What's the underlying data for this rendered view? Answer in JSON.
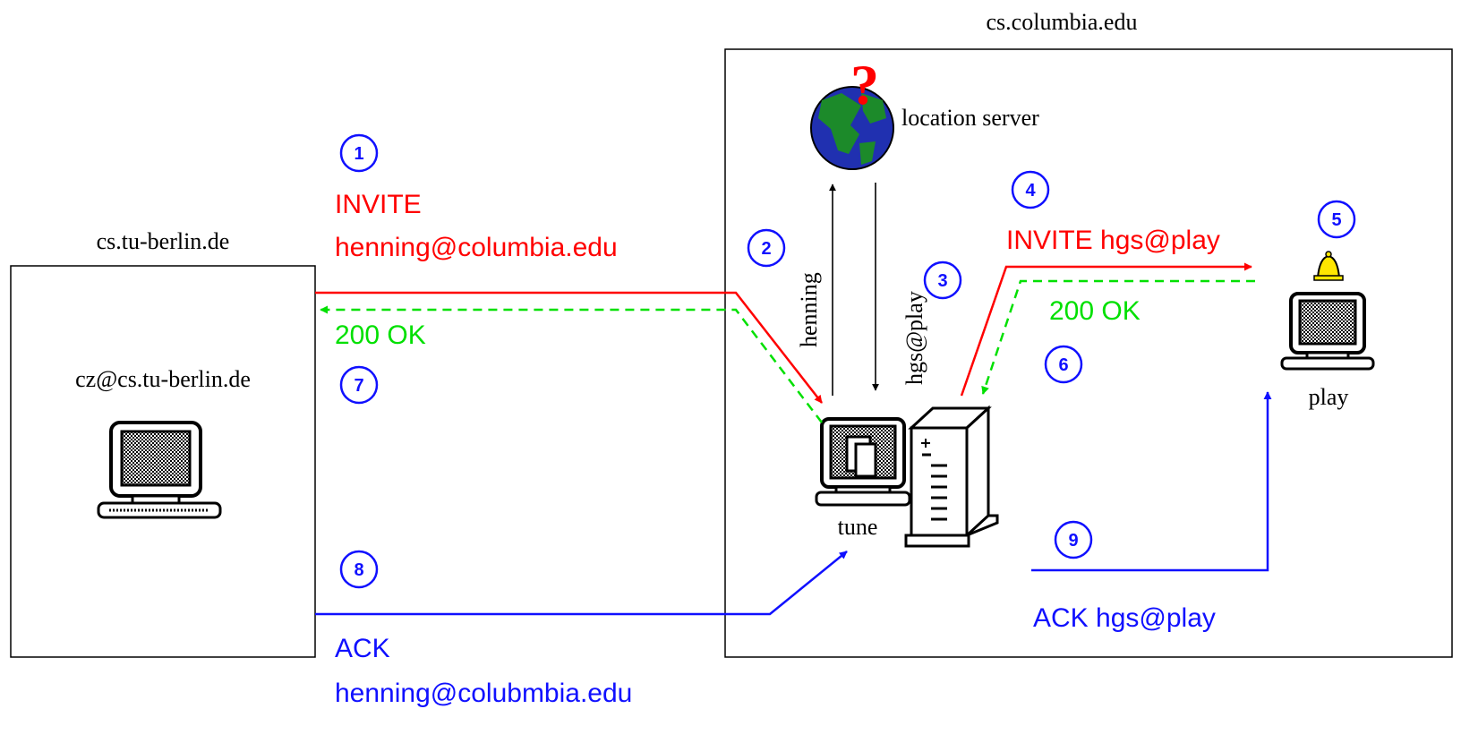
{
  "domains": {
    "left": "cs.tu-berlin.de",
    "right": "cs.columbia.edu"
  },
  "hosts": {
    "caller": "cz@cs.tu-berlin.de",
    "tune": "tune",
    "play": "play",
    "location_server": "location server"
  },
  "steps": [
    "1",
    "2",
    "3",
    "4",
    "5",
    "6",
    "7",
    "8",
    "9"
  ],
  "messages": {
    "invite_line1": "INVITE",
    "invite_line2": "henning@columbia.edu",
    "ok_left": "200 OK",
    "query": "henning",
    "reply": "hgs@play",
    "invite_play": "INVITE hgs@play",
    "ok_right": "200 OK",
    "ack_line1": "ACK",
    "ack_line2": "henning@colubmbia.edu",
    "ack_play": "ACK hgs@play"
  },
  "colors": {
    "invite": "#ff0000",
    "ok": "#00e000",
    "ack": "#1010ff",
    "query": "#000000"
  },
  "icons": [
    "computer-icon",
    "globe-icon",
    "question-mark-icon",
    "server-tower-icon",
    "bell-icon"
  ]
}
